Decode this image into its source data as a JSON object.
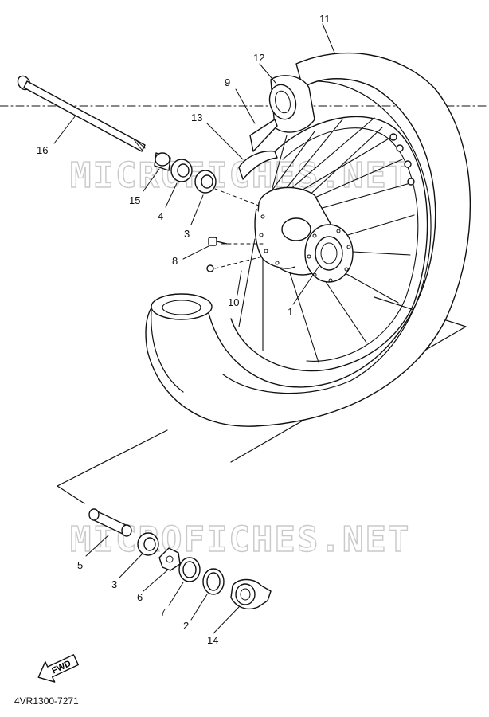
{
  "watermark": "MICROFICHES.NET",
  "diagram_code": "4VR1300-7271",
  "fwd_label": "FWD",
  "callouts": {
    "c1": "1",
    "c2": "2",
    "c3a": "3",
    "c3b": "3",
    "c4": "4",
    "c5": "5",
    "c6": "6",
    "c7": "7",
    "c8": "8",
    "c9": "9",
    "c10": "10",
    "c11": "11",
    "c12": "12",
    "c13": "13",
    "c14": "14",
    "c15": "15",
    "c16": "16"
  }
}
